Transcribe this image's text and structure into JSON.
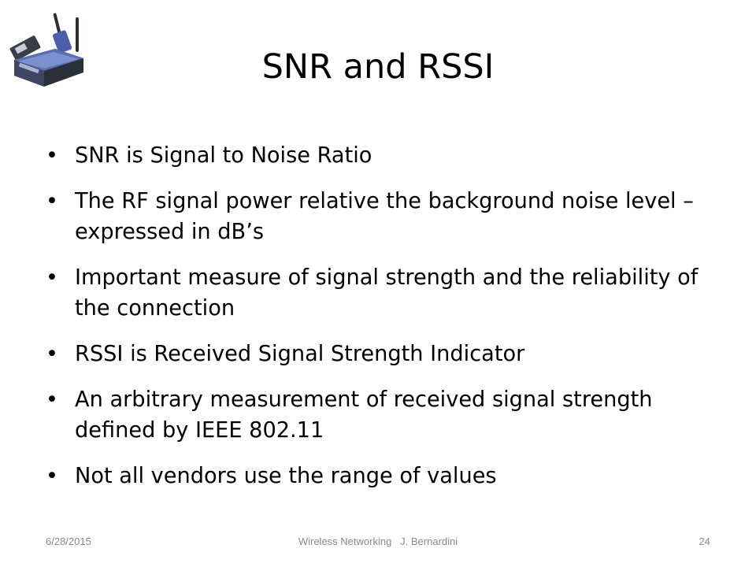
{
  "slide": {
    "title": "SNR and RSSI",
    "bullet_symbol": "•",
    "bullets": [
      "SNR is Signal to Noise Ratio",
      "The RF signal power relative the background noise level –expressed in dB’s",
      "Important measure of signal strength and the reliability of the connection",
      "RSSI is Received Signal Strength Indicator",
      "An arbitrary measurement of received signal strength defined by IEEE 802.11",
      "Not all vendors use the range of values"
    ]
  },
  "footer": {
    "date": "6/28/2015",
    "center": "Wireless Networking   J. Bernardini",
    "page": "24"
  },
  "colors": {
    "router_body": "#5a6fae",
    "router_dark": "#2b2f3a",
    "footer_text": "#8a8a8a"
  }
}
